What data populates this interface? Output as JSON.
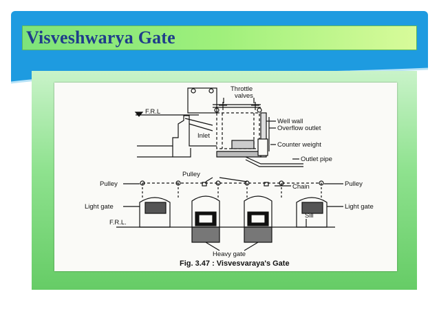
{
  "slide": {
    "title": "Visveshwarya Gate"
  },
  "figure": {
    "labels": {
      "throttle_line1": "Throttle",
      "throttle_line2": "valves",
      "frl_top": "F.R.L",
      "well_wall": "Well wall",
      "overflow_outlet": "Overflow outlet",
      "inlet": "Inlet",
      "counter_weight": "Counter weight",
      "outlet_pipe": "Outlet pipe",
      "pulley_center": "Pulley",
      "pulley_left": "Pulley",
      "pulley_right": "Pulley",
      "chain": "Chain",
      "light_gate_left": "Light gate",
      "light_gate_right": "Light gate",
      "frl_bottom": "F.R.L.",
      "sill": "Sill",
      "heavy_gate": "Heavy gate"
    },
    "caption": "Fig. 3.47 : Visvesvaraya's Gate"
  }
}
